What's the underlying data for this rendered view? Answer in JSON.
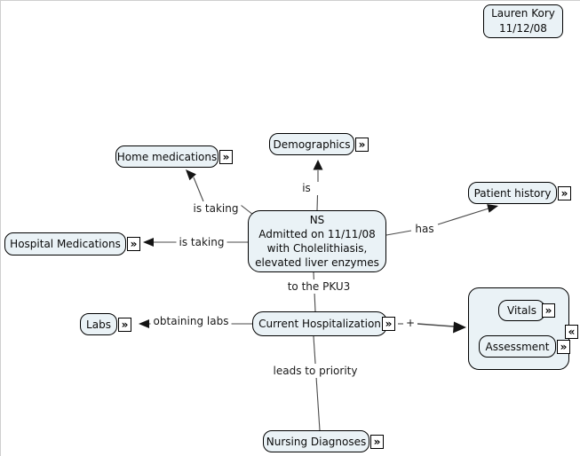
{
  "author": {
    "text": "Lauren Kory\n11/12/08"
  },
  "nodes": {
    "home_medications": "Home medications",
    "demographics": "Demographics",
    "patient_history": "Patient history",
    "ns": "NS\nAdmitted on 11/11/08\nwith Cholelithiasis,\nelevated liver enzymes",
    "hospital_medications": "Hospital Medications",
    "labs": "Labs",
    "current_hospitalization": "Current Hospitalization",
    "vitals": "Vitals",
    "assessment": "Assessment",
    "nursing_diagnoses": "Nursing Diagnoses"
  },
  "links": {
    "is_taking_home": "is taking",
    "is_demographics": "is",
    "has_history": "has",
    "is_taking_hospital": "is taking",
    "to_the_pku3": "to the PKU3",
    "obtaining_labs": "obtaining labs",
    "plus": "+",
    "leads_to_priority": "leads to priority"
  },
  "icons": {
    "expand": "»",
    "collapse": "«"
  },
  "colors": {
    "node_fill": "#eaf2f6",
    "node_border": "#000000",
    "line": "#4a4a4a",
    "background": "#ffffff"
  }
}
